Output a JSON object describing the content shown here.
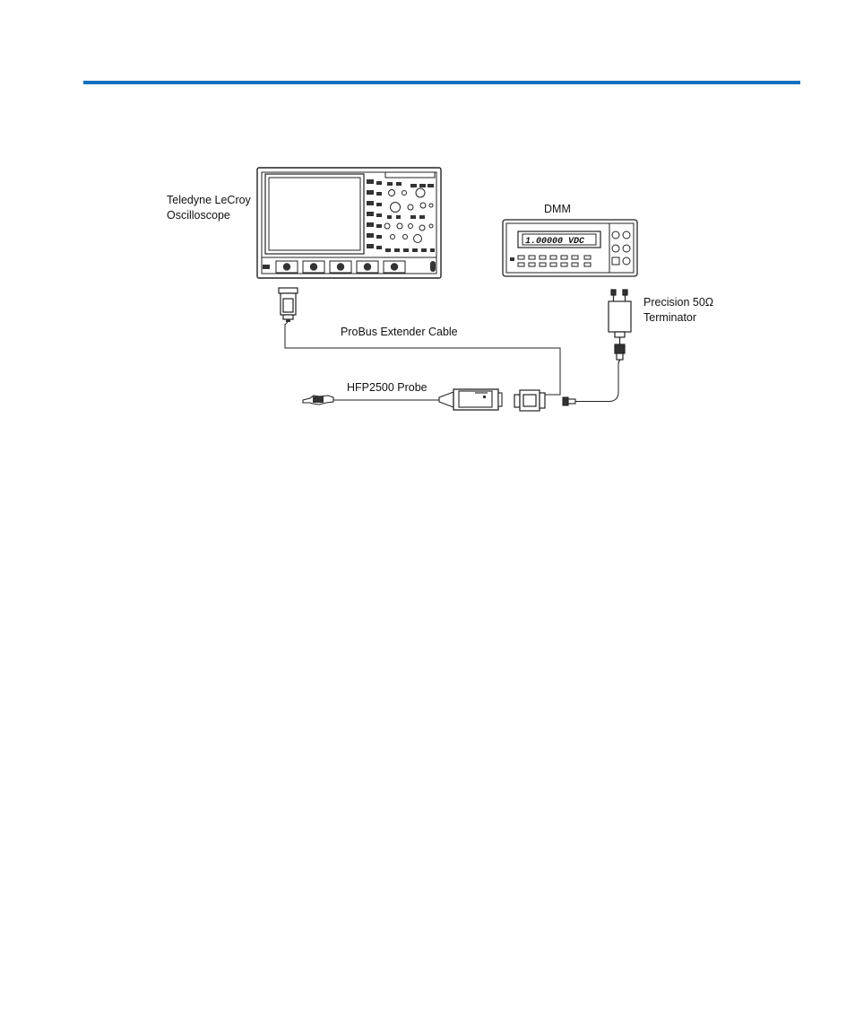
{
  "header": {
    "rule_color": "#0a70c0"
  },
  "diagram": {
    "labels": {
      "oscilloscope_line1": "Teledyne LeCroy",
      "oscilloscope_line2": "Oscilloscope",
      "dmm": "DMM",
      "dmm_display": "1.00000 VDC",
      "terminator_line1": "Precision 50Ω",
      "terminator_line2": "Terminator",
      "extender_cable": "ProBus Extender Cable",
      "probe": "HFP2500 Probe"
    }
  }
}
